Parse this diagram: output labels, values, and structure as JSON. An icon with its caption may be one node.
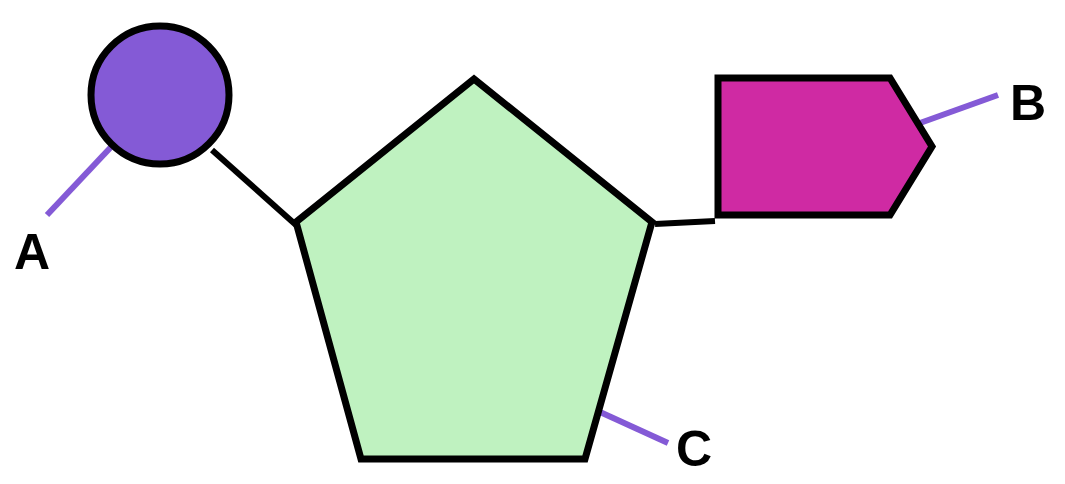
{
  "diagram": {
    "nodes": [
      {
        "text": [],
        "shape": "circle"
      },
      {
        "text": [],
        "shape": "pentagon"
      },
      {
        "text": [],
        "shape": "tag"
      },
      {
        "text": [
          "A"
        ]
      },
      {
        "text": [
          "B"
        ]
      },
      {
        "text": [
          "C"
        ]
      }
    ],
    "edges": [
      {
        "from": 0,
        "to": 1,
        "arrow": "none",
        "color": "#000000"
      },
      {
        "from": 1,
        "to": 2,
        "arrow": "none",
        "color": "#000000"
      },
      {
        "from": 3,
        "to": 0,
        "arrow": "none",
        "color": "#845ad6"
      },
      {
        "from": 4,
        "to": 2,
        "arrow": "none",
        "color": "#845ad6"
      },
      {
        "from": 5,
        "to": 1,
        "arrow": "none",
        "color": "#845ad6"
      }
    ]
  }
}
